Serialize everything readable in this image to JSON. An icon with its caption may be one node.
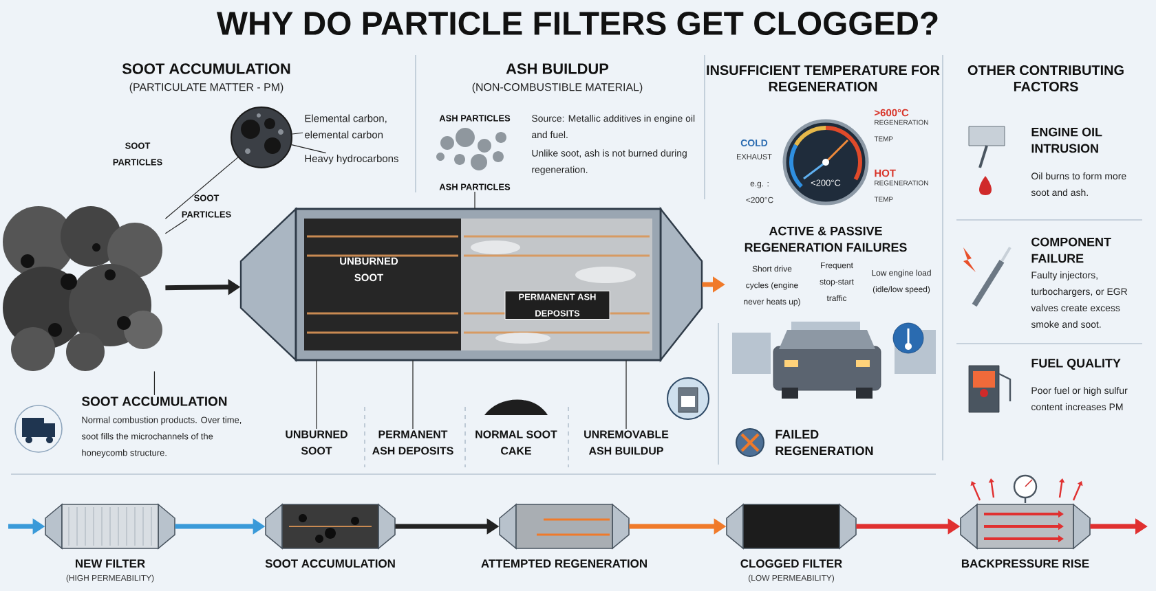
{
  "diagram": {
    "title": "WHY DO PARTICLE FILTERS GET CLOGGED?",
    "nodes": [
      {
        "text": [],
        "shape": "cloud"
      },
      {
        "text": [],
        "shape": "circle"
      },
      {
        "text": [
          "Elemental carbon, elemental carbon"
        ]
      },
      {
        "text": [
          "Heavy hydrocarbons"
        ]
      },
      {
        "text": [
          "SOOT PARTICLES"
        ]
      },
      {
        "text": [],
        "shape": "picture"
      },
      {
        "text": [
          "PERMANENT ASH DEPOSITS"
        ],
        "in": 5
      },
      {
        "text": [
          "ASH PARTICLES"
        ]
      },
      {
        "text": [
          "SOOT ACCUMULATION",
          "Normal combustion products. Over time, soot fills the microchannels of the honeycomb structure."
        ]
      },
      {
        "text": [
          "UNBURNED SOOT"
        ]
      },
      {
        "text": [
          "PERMANENT ASH DEPOSITS"
        ]
      },
      {
        "text": [
          "UNREMOVABLE ASH BUILDUP"
        ]
      },
      {
        "text": [
          "NEW FILTER",
          "(HIGH PERMEABILITY)"
        ]
      },
      {
        "text": [
          "SOOT ACCUMULATION"
        ]
      },
      {
        "text": [
          "ATTEMPTED REGENERATION"
        ]
      },
      {
        "text": [
          "CLOGGED FILTER",
          "(LOW PERMEABILITY)"
        ]
      },
      {
        "text": [
          "BACKPRESSURE RISE"
        ]
      }
    ],
    "edges": [
      {
        "from": 1,
        "to": 0,
        "arrow": "none"
      },
      {
        "from": 2,
        "to": 1,
        "arrow": "none"
      },
      {
        "from": 3,
        "to": 1,
        "arrow": "none"
      },
      {
        "from": 4,
        "to": 0,
        "arrow": "none"
      },
      {
        "from": 0,
        "to": 5,
        "arrow": "to",
        "style": "thick"
      },
      {
        "from": 5,
        "to": null,
        "arrow": "to",
        "style": "thick",
        "color": "#f07a2a"
      },
      {
        "from": 7,
        "to": 5,
        "arrow": "none"
      },
      {
        "from": 8,
        "to": 0,
        "arrow": "none"
      },
      {
        "from": 9,
        "to": 5,
        "arrow": "none"
      },
      {
        "from": 10,
        "to": 5,
        "arrow": "none"
      },
      {
        "from": 11,
        "to": 5,
        "arrow": "none"
      },
      {
        "from": null,
        "to": 12,
        "arrow": "to",
        "style": "thick",
        "color": "#3a9ad9"
      },
      {
        "from": 12,
        "to": 13,
        "arrow": "to",
        "style": "thick",
        "color": "#3a9ad9"
      },
      {
        "from": 13,
        "to": 14,
        "arrow": "to",
        "style": "thick"
      },
      {
        "from": 14,
        "to": 15,
        "arrow": "to",
        "style": "thick",
        "color": "#f07a2a"
      },
      {
        "from": 15,
        "to": 16,
        "arrow": "to",
        "style": "thick",
        "color": "#e03030"
      },
      {
        "from": 16,
        "to": null,
        "arrow": "to",
        "style": "thick",
        "color": "#e03030"
      }
    ],
    "labels": [
      "SOOT ACCUMULATION",
      "(PARTICULATE MATTER - PM)",
      "ASH BUILDUP",
      "(NON-COMBUSTIBLE MATERIAL)",
      "INSUFFICIENT TEMPERATURE FOR REGENERATION",
      "OTHER CONTRIBUTING FACTORS",
      "SOOT PARTICLES",
      "ASH PARTICLES",
      "Source: Metallic additives in engine oil and fuel.",
      "Unlike soot, ash is not burned during regeneration.",
      ">600°C",
      "REGENERATION TEMP",
      "COLD",
      "EXHAUST",
      "e.g. : <200°C",
      "<200°C",
      "HOT",
      "REGENERATION TEMP",
      "ENGINE OIL INTRUSION",
      "Oil burns to form more soot and ash.",
      "ACTIVE & PASSIVE REGENERATION FAILURES",
      "Short drive cycles (engine never heats up)",
      "Frequent stop-start traffic",
      "Low engine load (idle/low speed)",
      "COMPONENT FAILURE",
      "Faulty injectors, turbochargers, or EGR valves create excess smoke and soot.",
      "UNBURNED SOOT",
      "FUEL QUALITY",
      "Poor fuel or high sulfur content increases PM",
      "NORMAL SOOT CAKE",
      "FAILED REGENERATION"
    ]
  }
}
